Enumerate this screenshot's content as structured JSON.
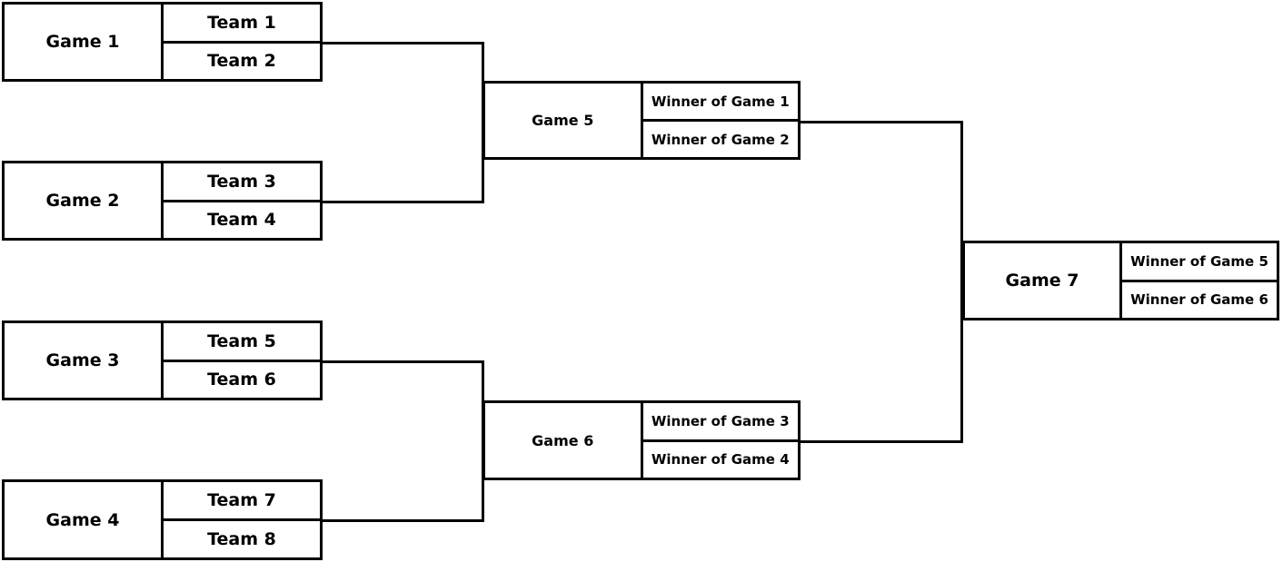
{
  "diagram_type": "single-elimination tournament bracket",
  "colors": {
    "background": "#ffffff",
    "line": "#000000",
    "text": "#000000",
    "box_fill": "#ffffff"
  },
  "games": [
    {
      "label": "Game 1",
      "slots": [
        "Team 1",
        "Team 2"
      ]
    },
    {
      "label": "Game 2",
      "slots": [
        "Team 3",
        "Team 4"
      ]
    },
    {
      "label": "Game 3",
      "slots": [
        "Team 5",
        "Team 6"
      ]
    },
    {
      "label": "Game 4",
      "slots": [
        "Team 7",
        "Team 8"
      ]
    },
    {
      "label": "Game 5",
      "slots": [
        "Winner of Game 1",
        "Winner of Game 2"
      ]
    },
    {
      "label": "Game 6",
      "slots": [
        "Winner of Game 3",
        "Winner of Game 4"
      ]
    },
    {
      "label": "Game 7",
      "slots": [
        "Winner of Game 5",
        "Winner of Game 6"
      ]
    }
  ]
}
